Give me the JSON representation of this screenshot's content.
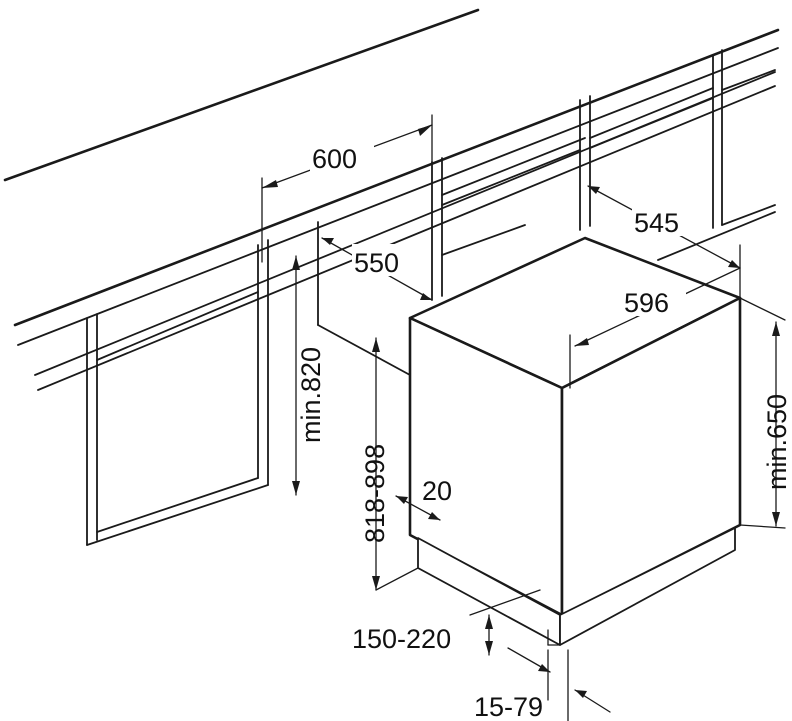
{
  "dimensions": {
    "niche_width": "600",
    "niche_depth": "550",
    "niche_height": "min.820",
    "appliance_depth": "545",
    "appliance_width": "596",
    "appliance_height": "min.650",
    "adjustable_height": "818-898",
    "offset": "20",
    "plinth_height": "150-220",
    "plinth_depth": "15-79"
  },
  "colors": {
    "line": "#1a1a1a",
    "background": "#ffffff"
  }
}
